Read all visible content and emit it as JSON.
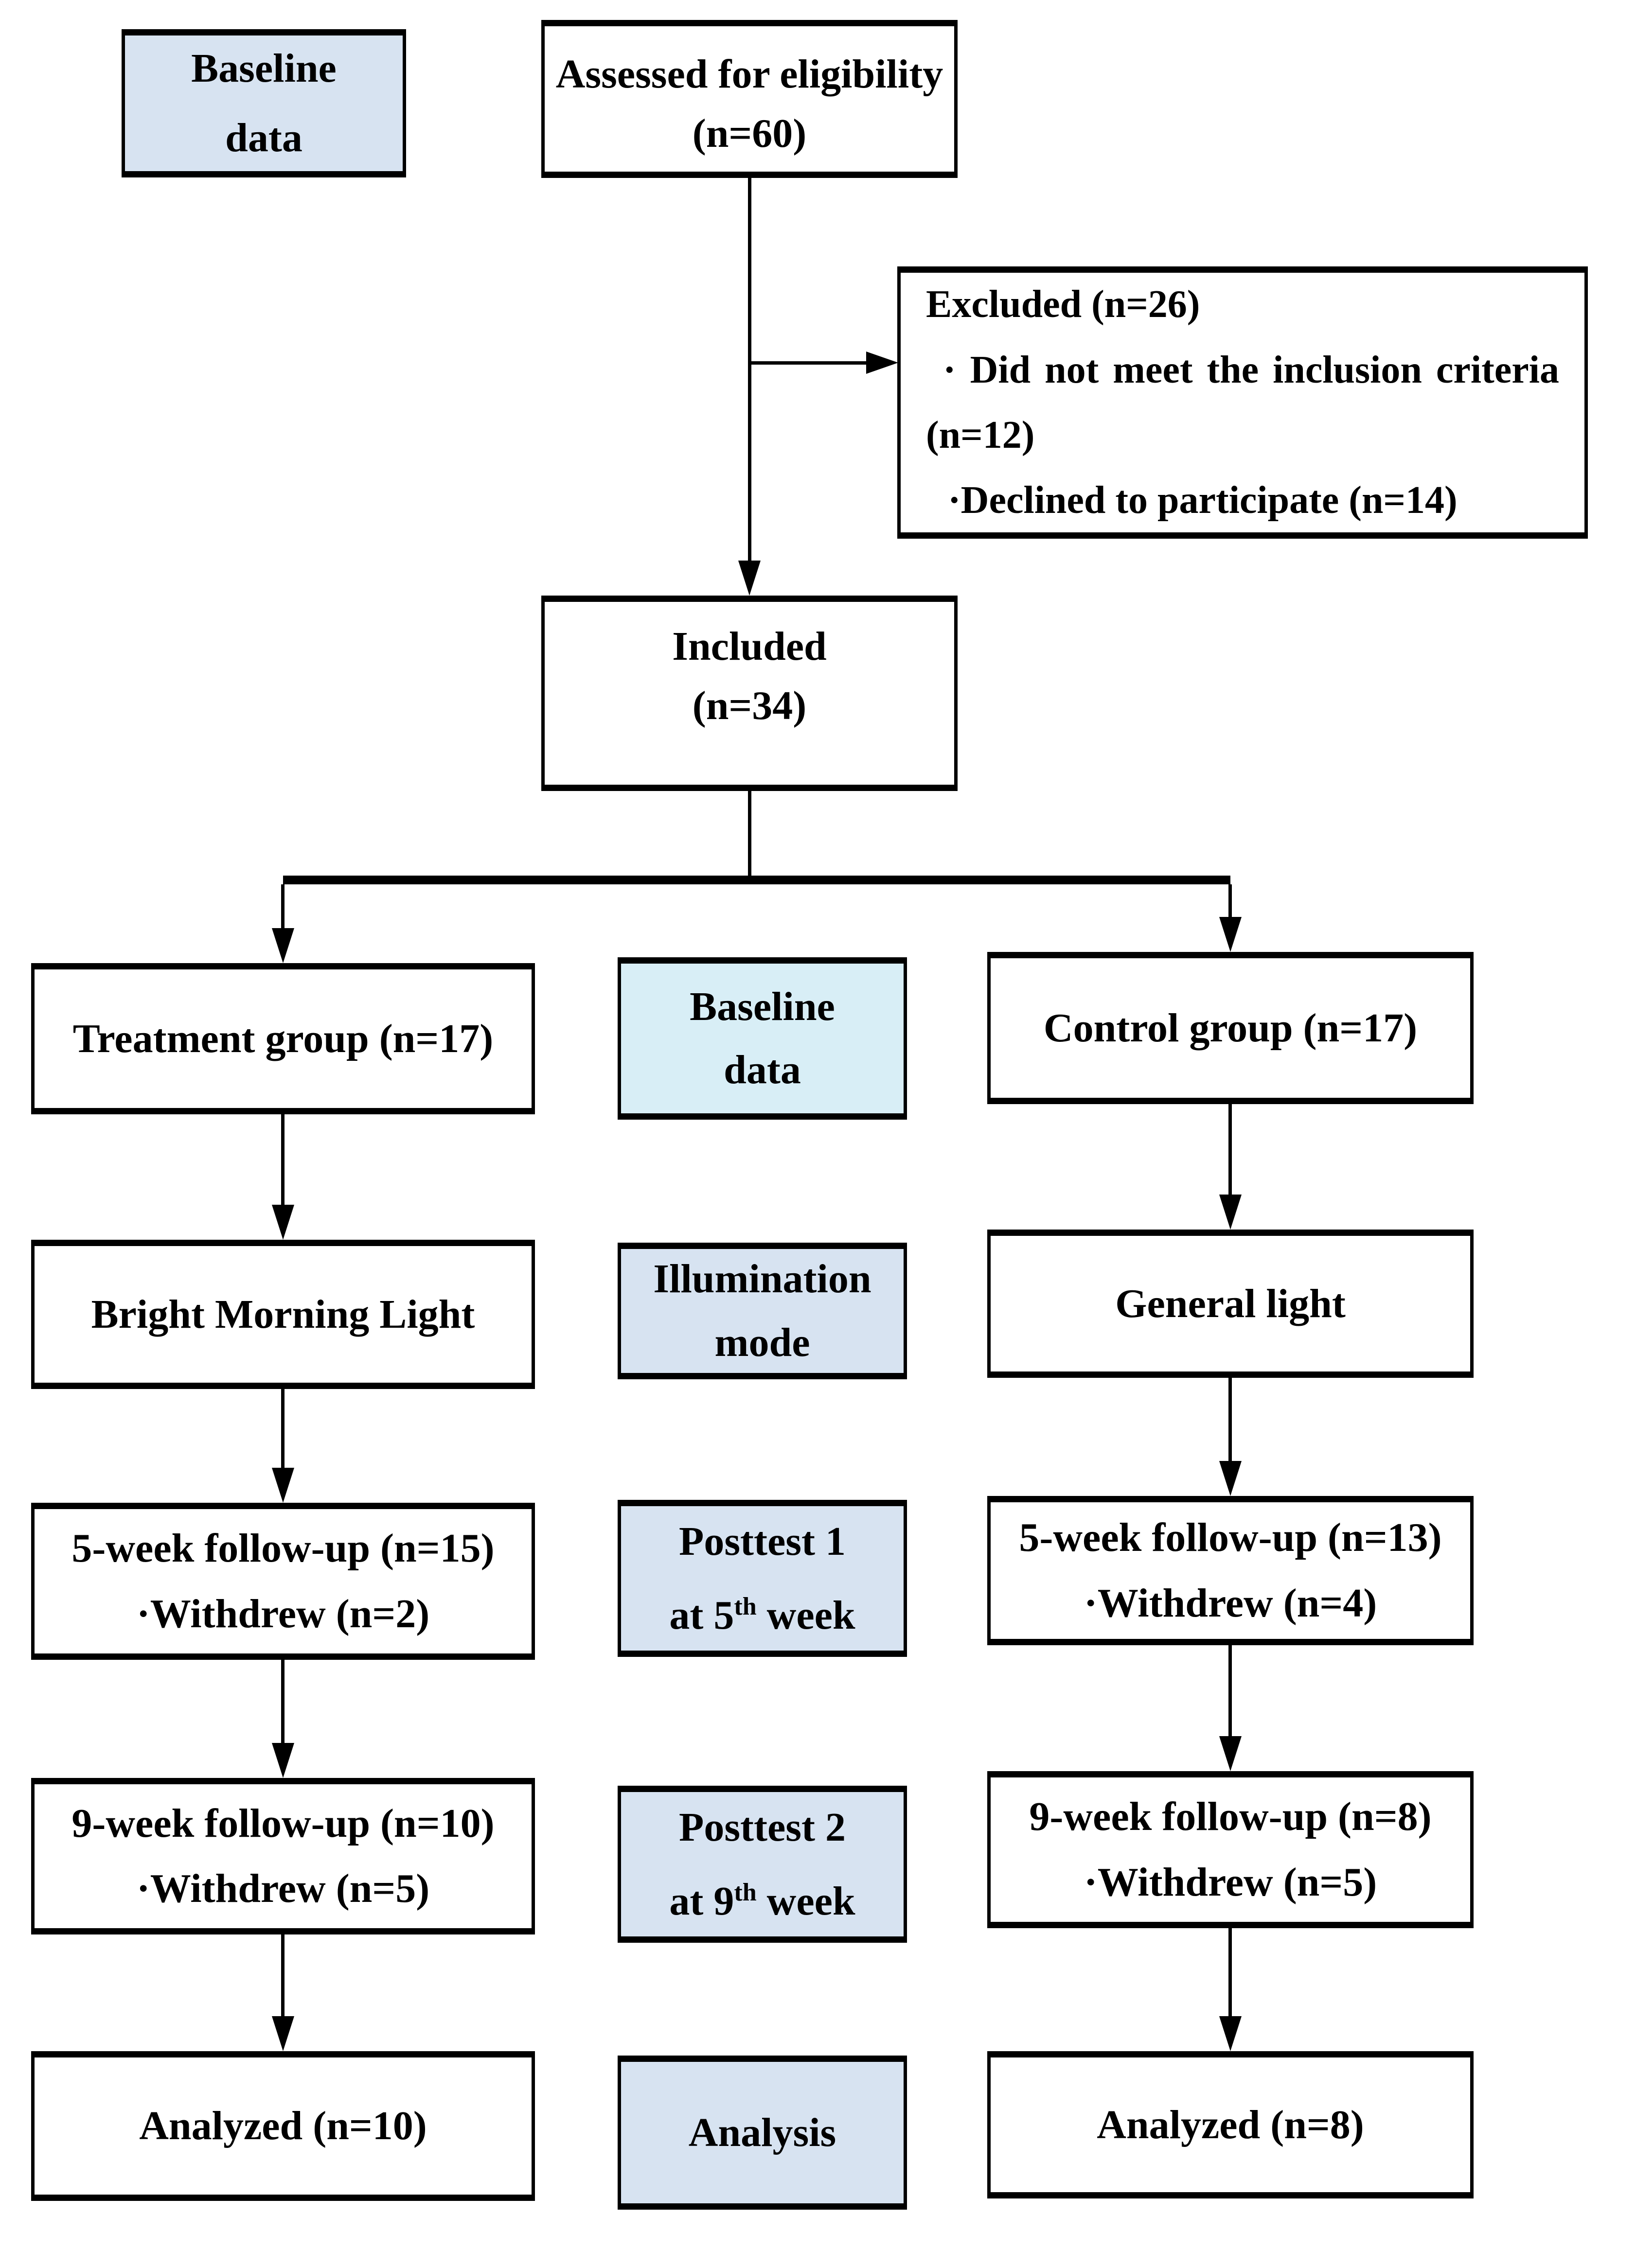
{
  "diagram": {
    "colors": {
      "box_fill_lavender": "#d7e3f1",
      "box_fill_cyan": "#d8eef6",
      "border": "#000000",
      "background": "#ffffff"
    },
    "top": {
      "baseline_legend": {
        "line1": "Baseline",
        "line2": "data"
      },
      "assessed": {
        "line1": "Assessed for eligibility",
        "line2": "(n=60)"
      },
      "excluded": {
        "line1": "Excluded (n=26)",
        "line2": "· Did not meet the inclusion criteria",
        "line3": "(n=12)",
        "line4": "·Declined to participate (n=14)"
      },
      "included": {
        "line1": "Included",
        "line2": "(n=34)"
      }
    },
    "arms": {
      "treatment": {
        "group": "Treatment group (n=17)",
        "illumination": "Bright Morning Light",
        "followup5_line1": "5-week follow-up (n=15)",
        "followup5_line2": "·Withdrew (n=2)",
        "followup9_line1": "9-week follow-up (n=10)",
        "followup9_line2": "·Withdrew (n=5)",
        "analyzed": "Analyzed (n=10)"
      },
      "control": {
        "group": "Control group (n=17)",
        "illumination": "General light",
        "followup5_line1": "5-week follow-up (n=13)",
        "followup5_line2": "·Withdrew (n=4)",
        "followup9_line1": "9-week follow-up (n=8)",
        "followup9_line2": "·Withdrew (n=5)",
        "analyzed": "Analyzed (n=8)"
      }
    },
    "stages": {
      "baseline": {
        "line1": "Baseline",
        "line2": "data"
      },
      "illumination": {
        "line1": "Illumination",
        "line2": "mode"
      },
      "posttest1": {
        "line1": "Posttest 1",
        "line2_prefix": "at 5",
        "line2_sup": "th",
        "line2_suffix": " week"
      },
      "posttest2": {
        "line1": "Posttest 2",
        "line2_prefix": "at 9",
        "line2_sup": "th",
        "line2_suffix": " week"
      },
      "analysis": {
        "label": "Analysis"
      }
    }
  }
}
